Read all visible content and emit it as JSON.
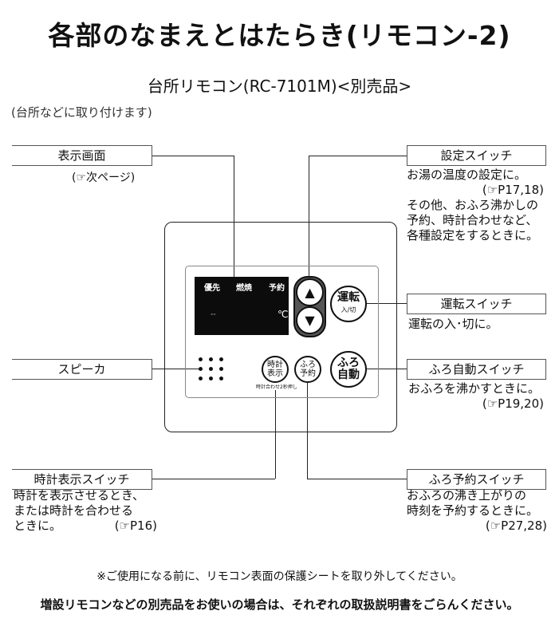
{
  "title": "各部のなまえとはたらき(リモコン-2)",
  "subtitle": "台所リモコン(RC-7101M)<別売品>",
  "mount_note": "(台所などに取り付けます)",
  "display_screen": {
    "label": "表示画面",
    "ref": "(☞次ページ)"
  },
  "setting_switch": {
    "label": "設定スイッチ",
    "lines": [
      "お湯の温度の設定に。",
      "(☞P17,18)",
      "その他、おふろ沸かしの",
      "予約、時計合わせなど、",
      "各種設定をするときに。"
    ]
  },
  "run_switch": {
    "label": "運転スイッチ",
    "desc": "運転の入･切に。"
  },
  "speaker": {
    "label": "スピーカ"
  },
  "bath_auto_switch": {
    "label": "ふろ自動スイッチ",
    "desc": "おふろを沸かすときに。",
    "ref": "(☞P19,20)"
  },
  "clock_switch": {
    "label": "時計表示スイッチ",
    "lines": [
      "時計を表示させるとき、",
      "または時計を合わせる",
      "ときに。"
    ],
    "ref": "(☞P16)"
  },
  "bath_timer_switch": {
    "label": "ふろ予約スイッチ",
    "lines": [
      "おふろの沸き上がりの",
      "時刻を予約するときに。"
    ],
    "ref": "(☞P27,28)"
  },
  "remote": {
    "display": {
      "priority": "優先",
      "burning": "燃焼",
      "reserve": "予約",
      "degree": "℃",
      "dash": "--"
    },
    "up": "▲",
    "down": "▼",
    "run_btn": {
      "main": "運転",
      "sub": "入/切"
    },
    "bath_auto_btn": {
      "l1": "ふろ",
      "l2": "自動"
    },
    "clock_btn": {
      "l1": "時計",
      "l2": "表示"
    },
    "bath_timer_btn": {
      "l1": "ふろ",
      "l2": "予約"
    },
    "clock_hint": "時計合わせ2秒押し"
  },
  "footer_note": "※ご使用になる前に、リモコン表面の保護シートを取り外してください。",
  "footer_bold": "増設リモコンなどの別売品をお使いの場合は、それぞれの取扱説明書をごらんください。"
}
